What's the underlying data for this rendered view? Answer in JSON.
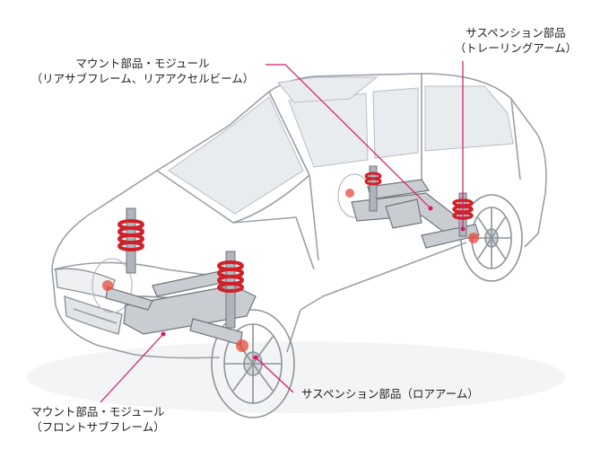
{
  "colors": {
    "callout": "#d6186c",
    "spring": "#d0202a",
    "outline": "#9aa0a8",
    "glass": "#e9ecef",
    "chassis": "#6f757c"
  },
  "labels": {
    "mount_rear": {
      "line1": "マウント部品・モジュール",
      "line2": "（リアサブフレーム、リアアクセルビーム）"
    },
    "suspension_rear": {
      "line1": "サスペンション部品",
      "line2": "（トレーリングアーム）"
    },
    "suspension_front": {
      "line1": "サスペンション部品（ロアアーム）"
    },
    "mount_front": {
      "line1": "マウント部品・モジュール",
      "line2": "（フロントサブフレーム）"
    }
  }
}
